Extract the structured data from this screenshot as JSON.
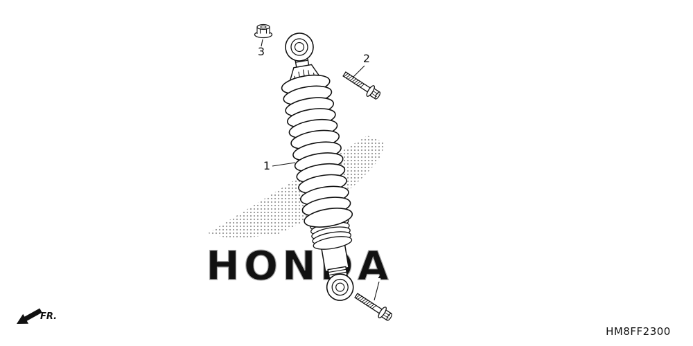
{
  "watermark": {
    "text": "HONDA"
  },
  "footer": {
    "direction": "FR.",
    "code": "HM8FF2300"
  },
  "callouts": {
    "shock": "1",
    "bolt_upper": "2",
    "bolt_lower": "2",
    "nut": "3"
  },
  "colors": {
    "line": "#111111",
    "watermark": "#9a9a9a"
  }
}
